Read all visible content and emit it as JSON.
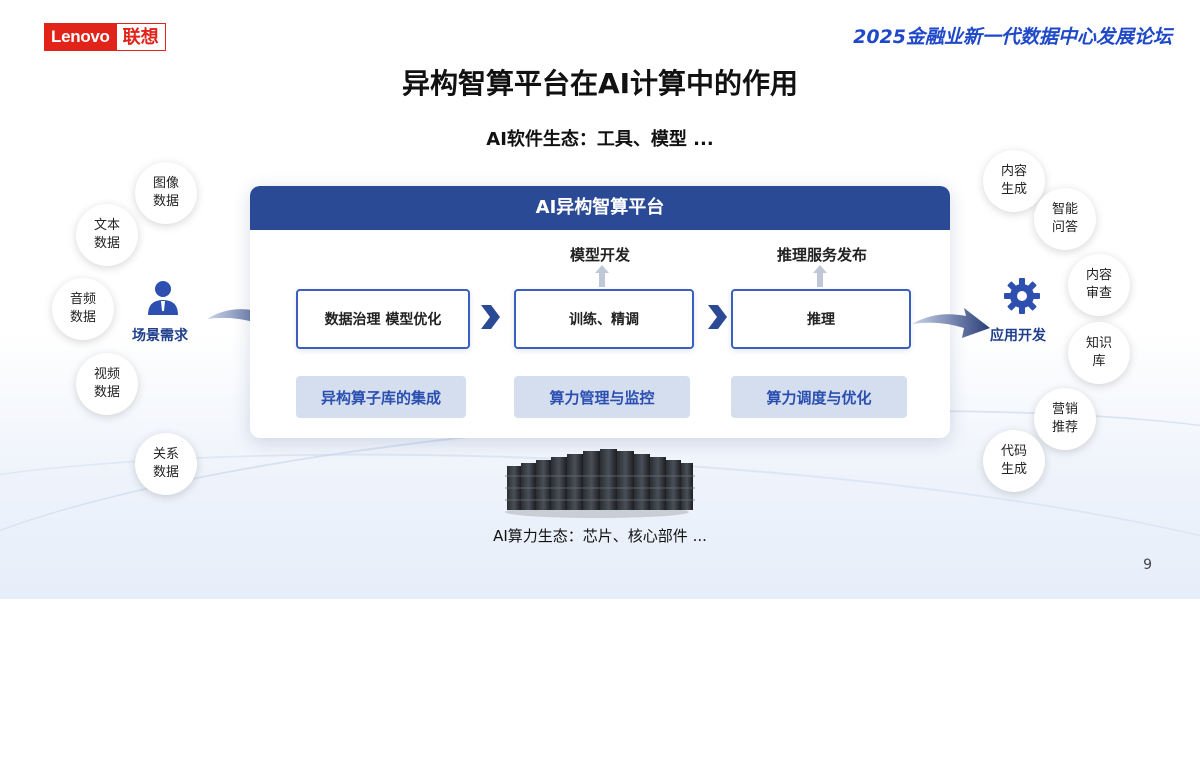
{
  "header": {
    "logo_en": "Lenovo",
    "logo_cn": "联想",
    "forum": "2025金融业新一代数据中心发展论坛"
  },
  "title": "异构智算平台在AI计算中的作用",
  "software_ecosystem": "AI软件生态：工具、模型 ...",
  "hardware_ecosystem": "AI算力生态：芯片、核心部件 ...",
  "page_number": "9",
  "left": {
    "label": "场景需求",
    "icon": "user-icon",
    "bubbles": [
      {
        "line1": "图像",
        "line2": "数据"
      },
      {
        "line1": "文本",
        "line2": "数据"
      },
      {
        "line1": "音频",
        "line2": "数据"
      },
      {
        "line1": "视频",
        "line2": "数据"
      },
      {
        "line1": "关系",
        "line2": "数据"
      }
    ]
  },
  "right": {
    "label": "应用开发",
    "icon": "gear-icon",
    "bubbles": [
      {
        "line1": "内容",
        "line2": "生成"
      },
      {
        "line1": "智能",
        "line2": "问答"
      },
      {
        "line1": "内容",
        "line2": "审查"
      },
      {
        "line1": "知识",
        "line2": "库"
      },
      {
        "line1": "营销",
        "line2": "推荐"
      },
      {
        "line1": "代码",
        "line2": "生成"
      }
    ]
  },
  "platform": {
    "title": "AI异构智算平台",
    "stages": [
      {
        "top": "",
        "box": "数据治理  模型优化",
        "infra": "异构算子库的集成"
      },
      {
        "top": "模型开发",
        "box": "训练、精调",
        "infra": "算力管理与监控"
      },
      {
        "top": "推理服务发布",
        "box": "推理",
        "infra": "算力调度与优化"
      }
    ]
  },
  "colors": {
    "brand_red": "#e2231a",
    "forum_blue": "#1f49c8",
    "platform_header": "#2b4a96",
    "box_border": "#3b5fbf",
    "infra_bg": "#d5deef",
    "infra_text": "#2a4fb0"
  }
}
